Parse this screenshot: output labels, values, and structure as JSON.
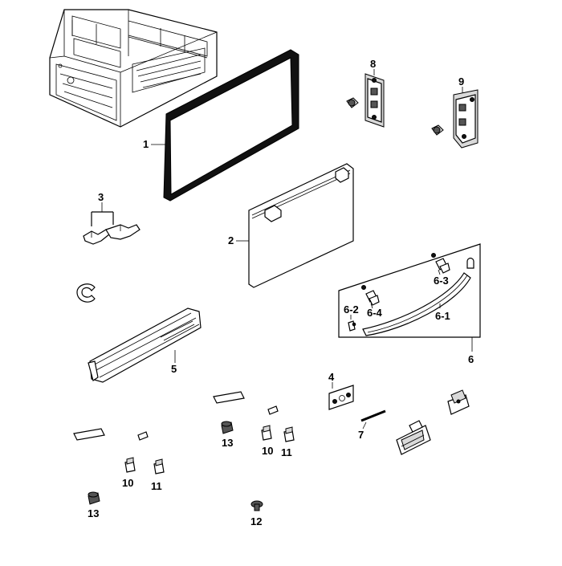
{
  "callouts": {
    "c1": "1",
    "c2": "2",
    "c3": "3",
    "c4": "4",
    "c5": "5",
    "c6": "6",
    "c6_1": "6-1",
    "c6_2": "6-2",
    "c6_3": "6-3",
    "c6_4": "6-4",
    "c7": "7",
    "c8": "8",
    "c9": "9",
    "c10a": "10",
    "c10b": "10",
    "c11a": "11",
    "c11b": "11",
    "c12": "12",
    "c13a": "13",
    "c13b": "13"
  }
}
